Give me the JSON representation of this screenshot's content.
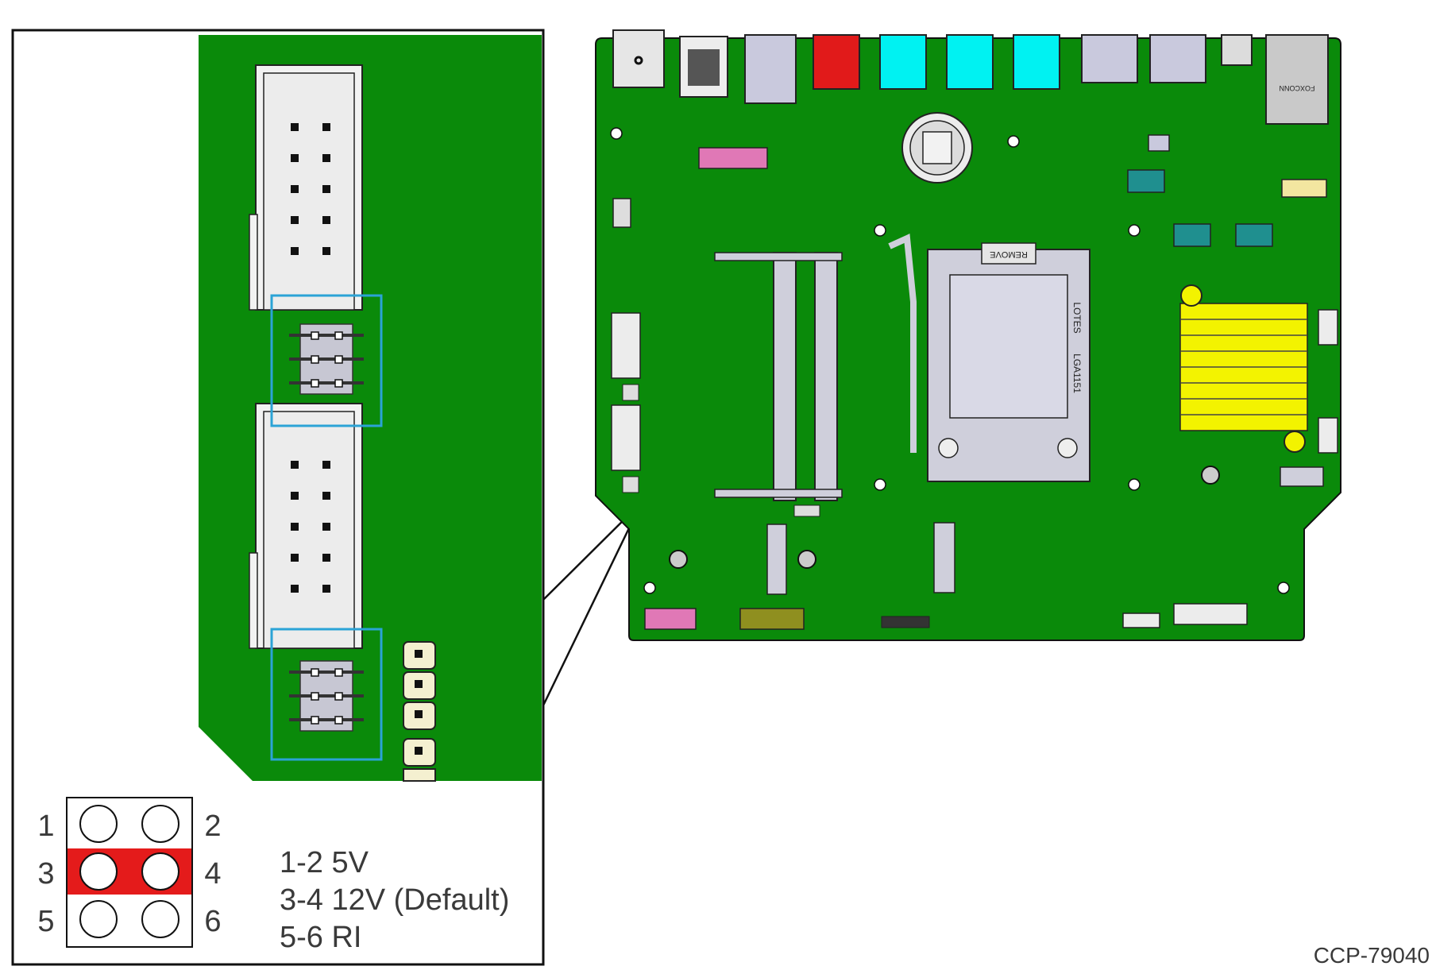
{
  "jumper": {
    "pin_numbers": [
      "1",
      "2",
      "3",
      "4",
      "5",
      "6"
    ],
    "settings": [
      "1-2 5V",
      "3-4 12V (Default)",
      "5-6 RI"
    ],
    "highlight_color": "#e41b1b"
  },
  "board": {
    "socket_label": "LGA1151",
    "socket_vendor": "LOTES",
    "cover_label": "REMOVE",
    "io_label": "FOXCONN",
    "pcb_color": "#0a8a0a",
    "callout_color": "#2ba3d6"
  },
  "figure_id": "CCP-79040"
}
